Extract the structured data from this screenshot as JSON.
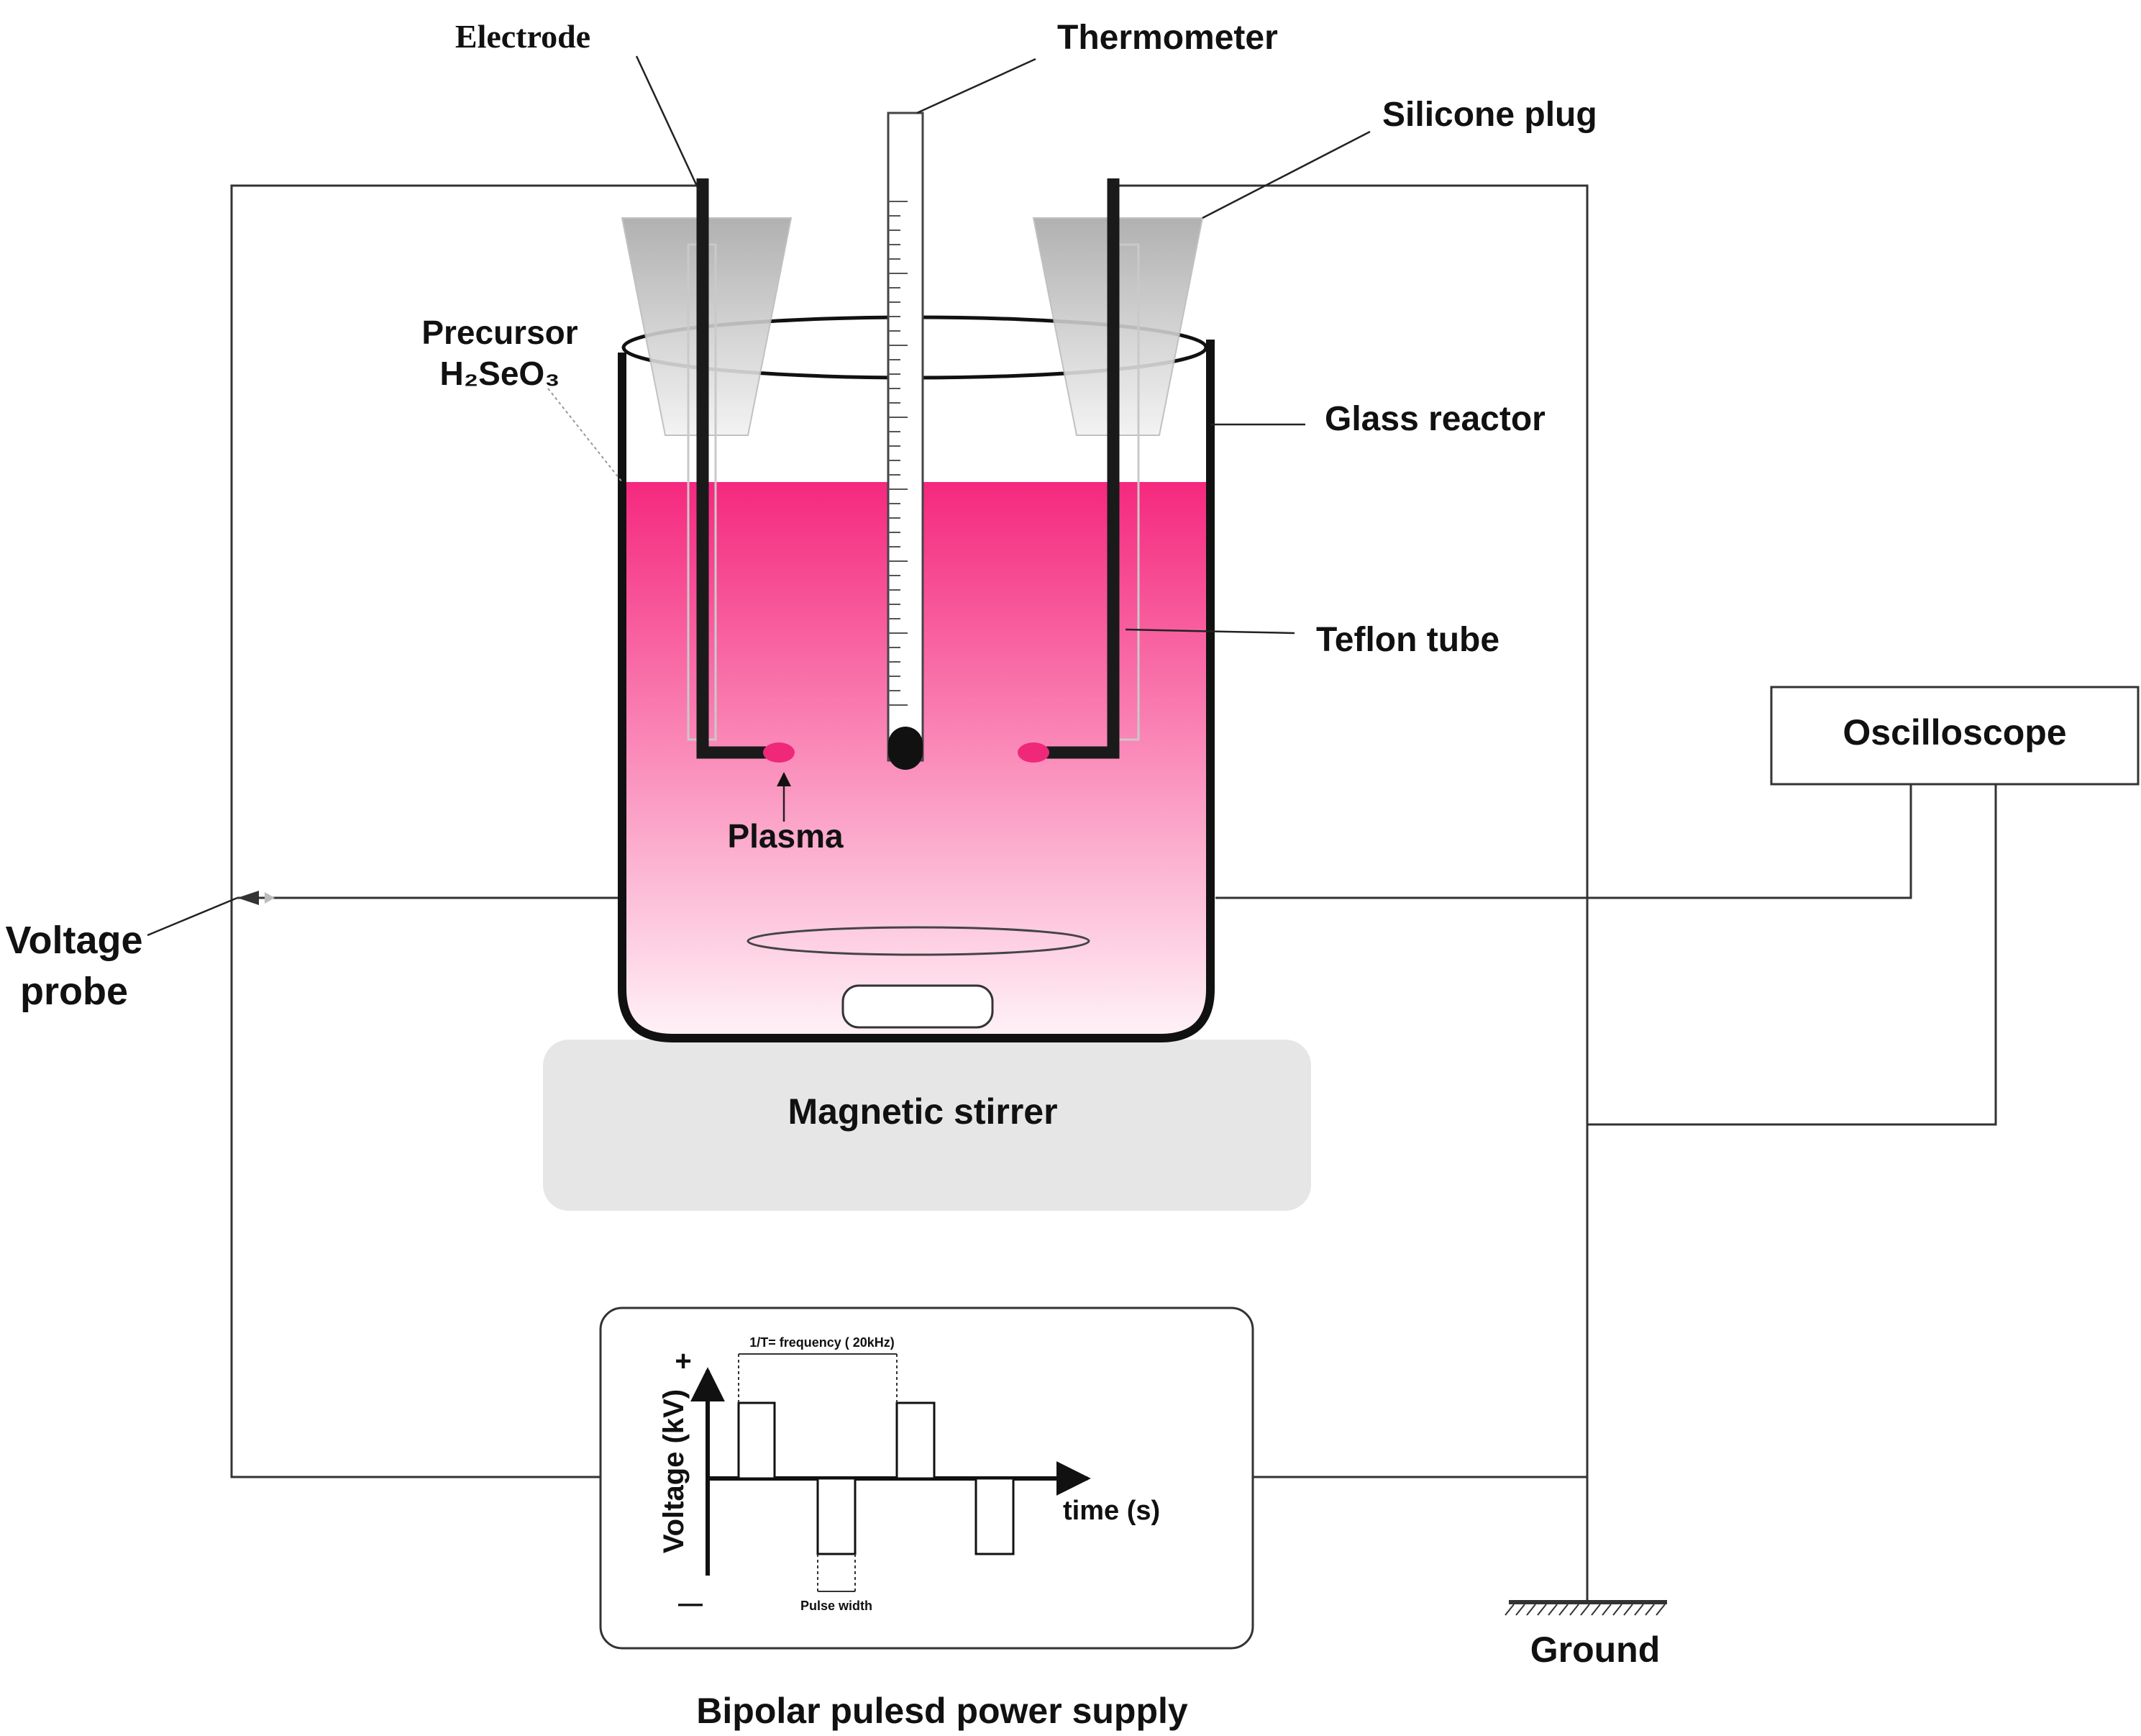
{
  "labels": {
    "electrode": "Electrode",
    "thermometer": "Thermometer",
    "silicone_plug": "Silicone plug",
    "precursor_line1": "Precursor",
    "precursor_line2": "H₂SeO₃",
    "glass_reactor": "Glass reactor",
    "teflon_tube": "Teflon tube",
    "plasma": "Plasma",
    "voltage_probe_line1": "Voltage",
    "voltage_probe_line2": "probe",
    "oscilloscope": "Oscilloscope",
    "magnetic_stirrer": "Magnetic stirrer",
    "ground": "Ground",
    "power_supply": "Bipolar pulesd power supply"
  },
  "waveform": {
    "ylabel": "Voltage (kV)",
    "xlabel": "time (s)",
    "plus": "+",
    "minus": "—",
    "frequency": "1/T= frequency ( 20kHz)",
    "pulse_width": "Pulse width"
  },
  "colors": {
    "solution_top": "#f5287e",
    "solution_bottom": "#fff2f7",
    "plasma": "#f0287a",
    "stirrer": "#e6e6e6",
    "plug": "#bdbdbd",
    "electrode": "#1a1a1a"
  }
}
